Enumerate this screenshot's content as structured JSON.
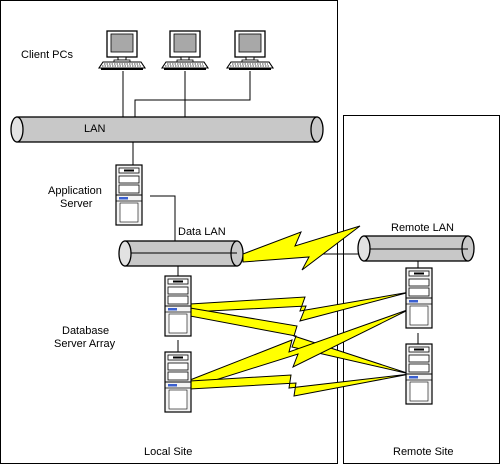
{
  "labels": {
    "client_pcs": "Client PCs",
    "lan": "LAN",
    "application_server": [
      "Application",
      "Server"
    ],
    "data_lan": "Data LAN",
    "remote_lan": "Remote LAN",
    "database_server_array": [
      "Database",
      "Server Array"
    ],
    "local_site": "Local Site",
    "remote_site": "Remote Site"
  },
  "colors": {
    "pipe_fill": "#c8c8c8",
    "pipe_end": "#e2e2e2",
    "lightning": "#ffff00",
    "screen": "#a8a8a8",
    "drive": "#3a5fd0",
    "tower": "#f4f4f4"
  }
}
